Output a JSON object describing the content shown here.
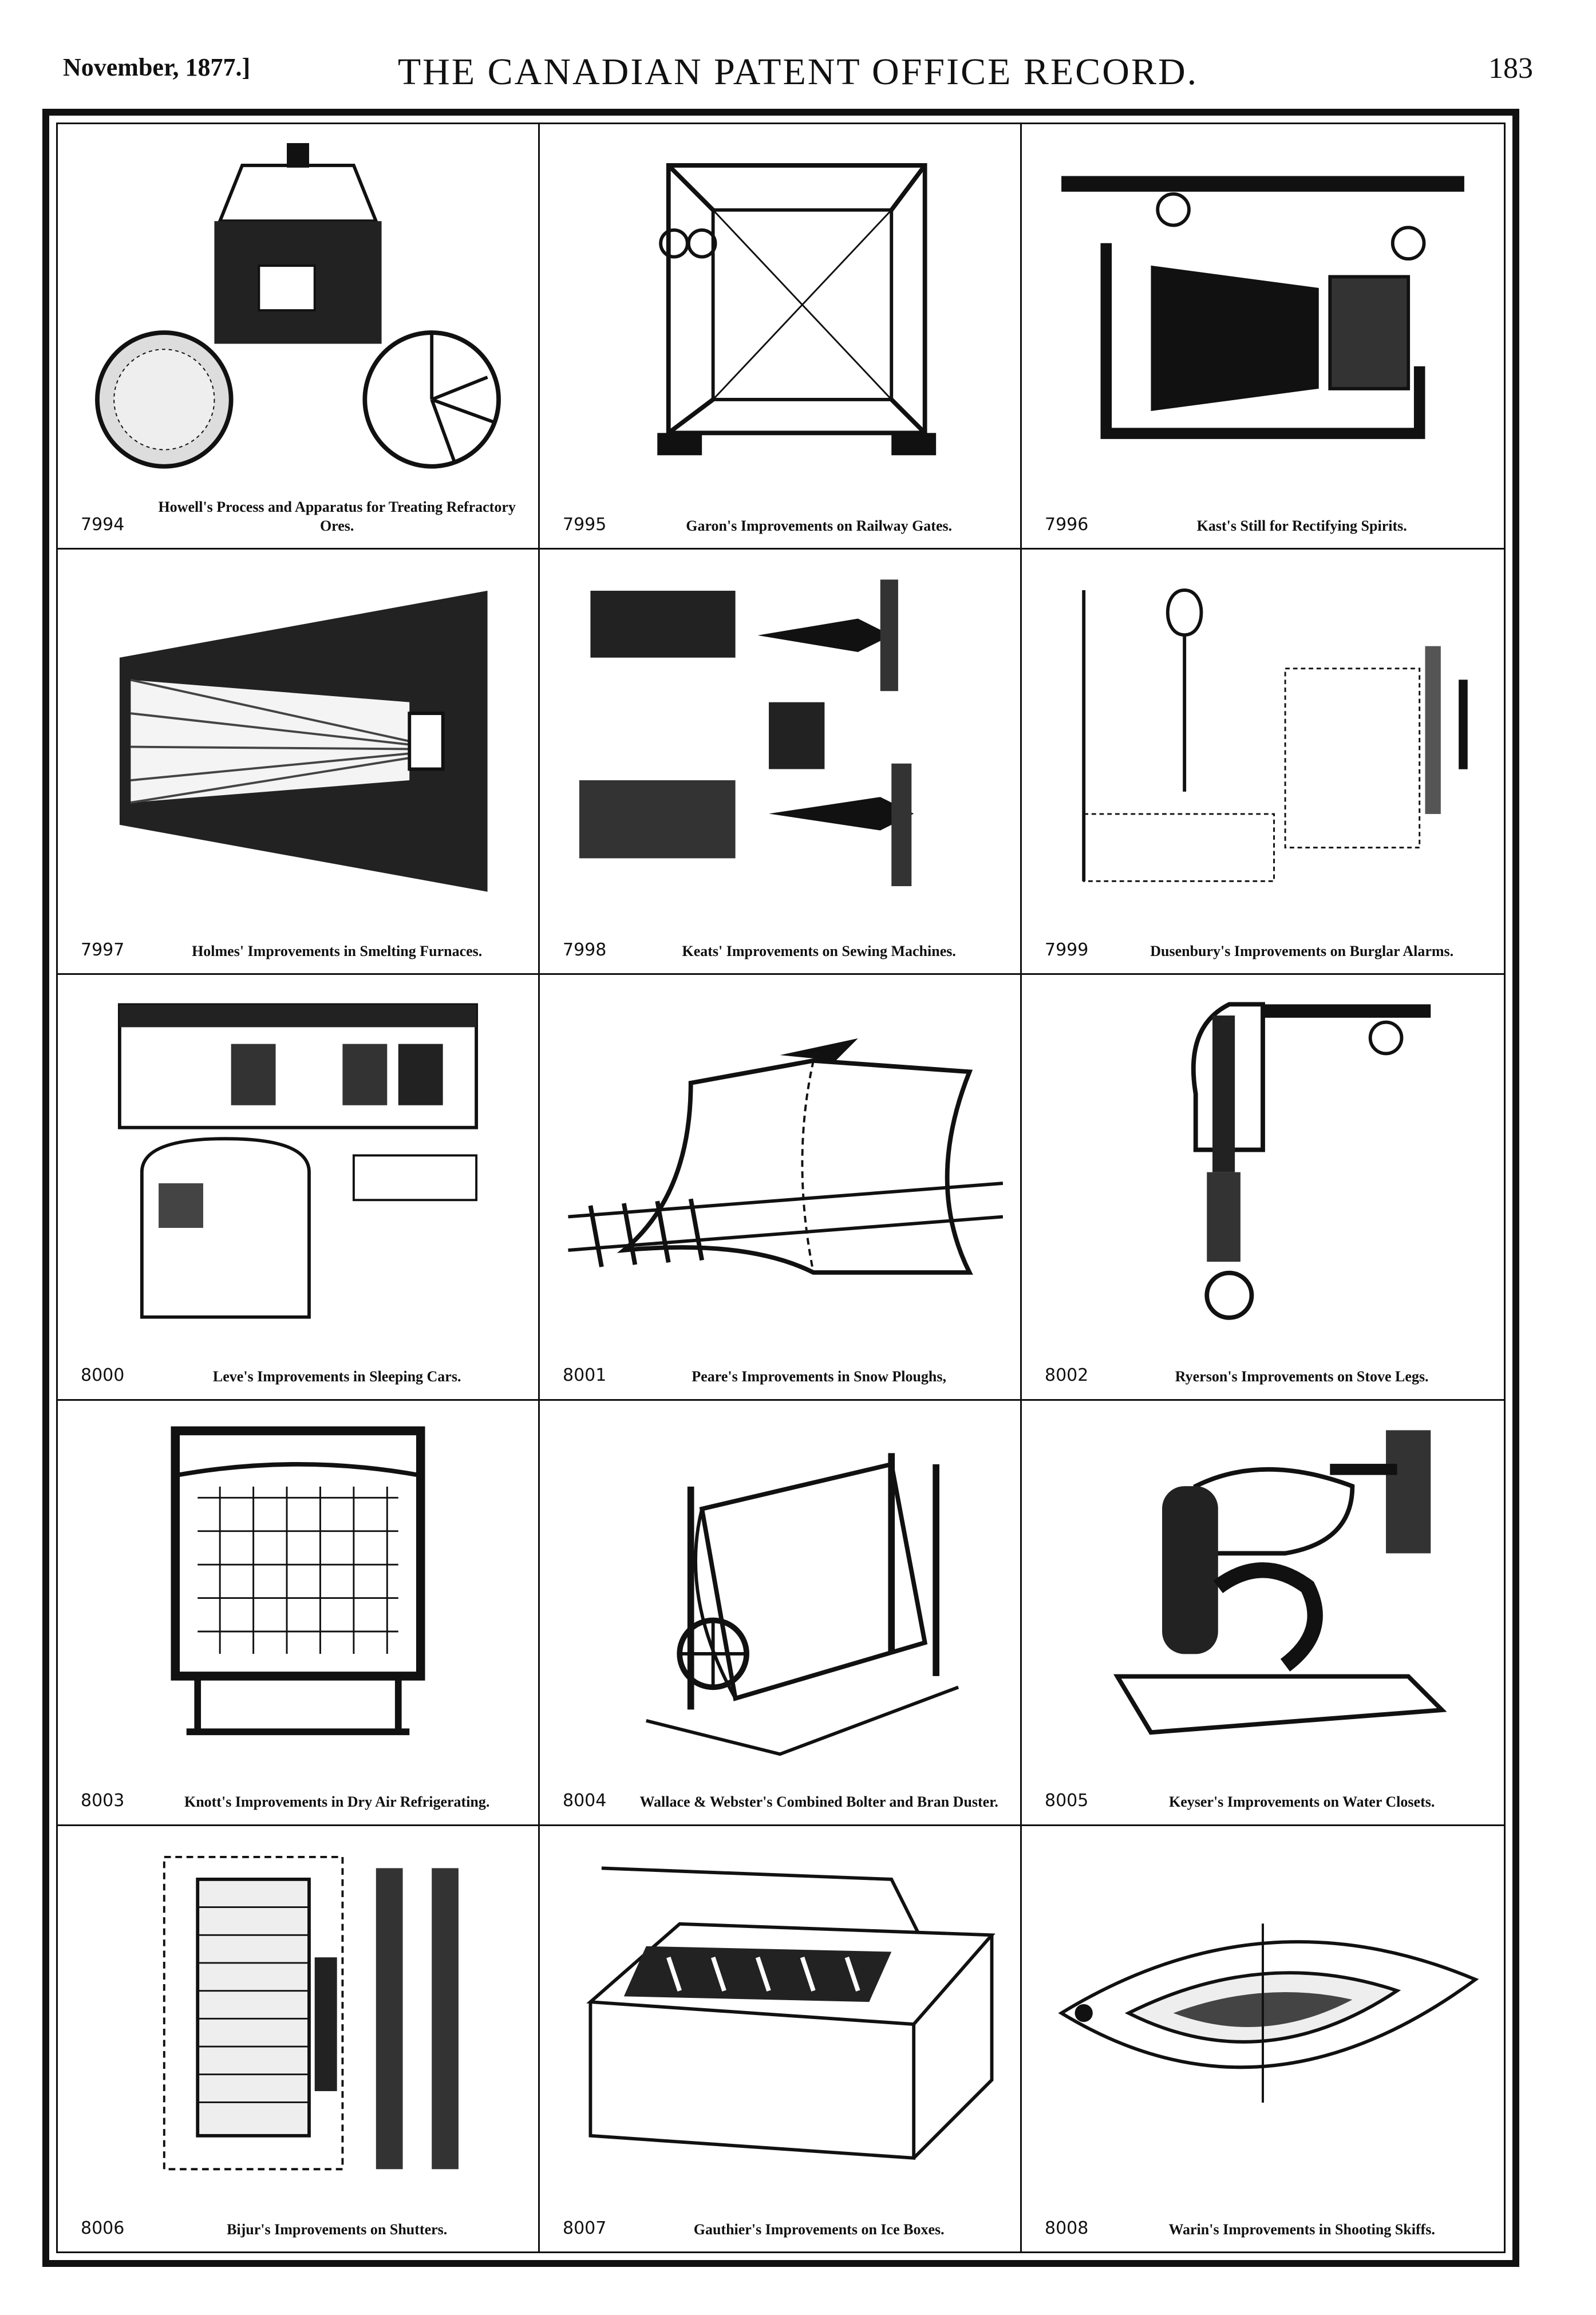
{
  "header": {
    "date": "November, 1877.]",
    "title": "THE CANADIAN PATENT OFFICE RECORD.",
    "page": "183"
  },
  "patents": [
    {
      "number": "7994",
      "title": "Howell's Process and Apparatus for Treating Refractory Ores.",
      "icon": "furnace-figure"
    },
    {
      "number": "7995",
      "title": "Garon's Improvements on Railway Gates.",
      "icon": "gate-figure"
    },
    {
      "number": "7996",
      "title": "Kast's Still for Rectifying Spirits.",
      "icon": "still-figure"
    },
    {
      "number": "7997",
      "title": "Holmes' Improvements in Smelting Furnaces.",
      "icon": "smelting-furnace-figure"
    },
    {
      "number": "7998",
      "title": "Keats' Improvements on Sewing Machines.",
      "icon": "sewing-machine-figure"
    },
    {
      "number": "7999",
      "title": "Dusenbury's Improvements on Burglar Alarms.",
      "icon": "burglar-alarm-figure"
    },
    {
      "number": "8000",
      "title": "Leve's Improvements in Sleeping Cars.",
      "icon": "sleeping-car-figure"
    },
    {
      "number": "8001",
      "title": "Peare's Improvements in Snow Ploughs,",
      "icon": "snow-plough-figure"
    },
    {
      "number": "8002",
      "title": "Ryerson's Improvements on Stove Legs.",
      "icon": "stove-leg-figure"
    },
    {
      "number": "8003",
      "title": "Knott's Improvements in Dry Air Refrigerating.",
      "icon": "refrigerator-figure"
    },
    {
      "number": "8004",
      "title": "Wallace & Webster's Combined Bolter and Bran Duster.",
      "icon": "bolter-figure"
    },
    {
      "number": "8005",
      "title": "Keyser's Improvements on Water Closets.",
      "icon": "water-closet-figure"
    },
    {
      "number": "8006",
      "title": "Bijur's Improvements on Shutters.",
      "icon": "shutter-figure"
    },
    {
      "number": "8007",
      "title": "Gauthier's Improvements on Ice Boxes.",
      "icon": "ice-box-figure"
    },
    {
      "number": "8008",
      "title": "Warin's Improvements in Shooting Skiffs.",
      "icon": "skiff-figure"
    }
  ]
}
